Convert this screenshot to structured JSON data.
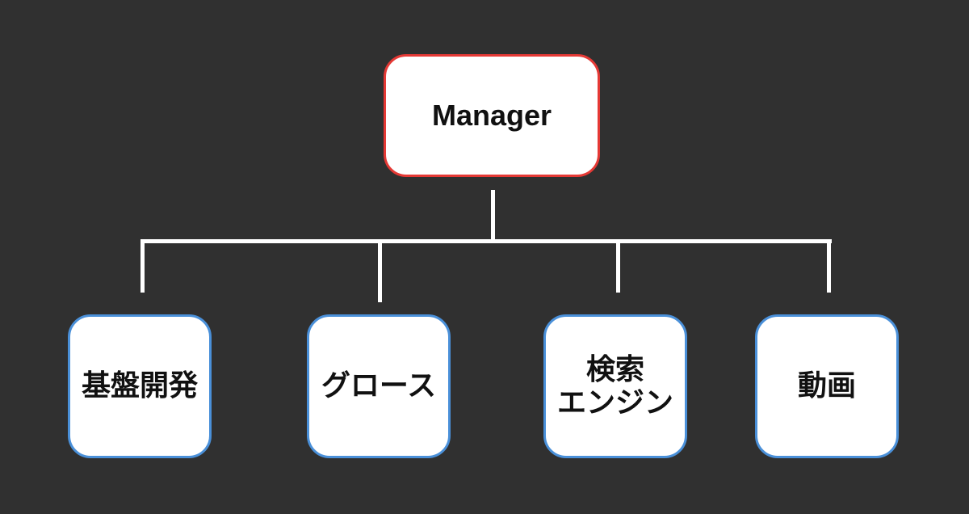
{
  "root": {
    "label": "Manager",
    "border_color": "#e53935"
  },
  "children": [
    {
      "label": "基盤開発"
    },
    {
      "label": "グロース"
    },
    {
      "label": "検索\nエンジン"
    },
    {
      "label": "動画"
    }
  ],
  "colors": {
    "background": "#303030",
    "child_border": "#4a90d9",
    "connector": "#ffffff",
    "node_fill": "#ffffff"
  }
}
